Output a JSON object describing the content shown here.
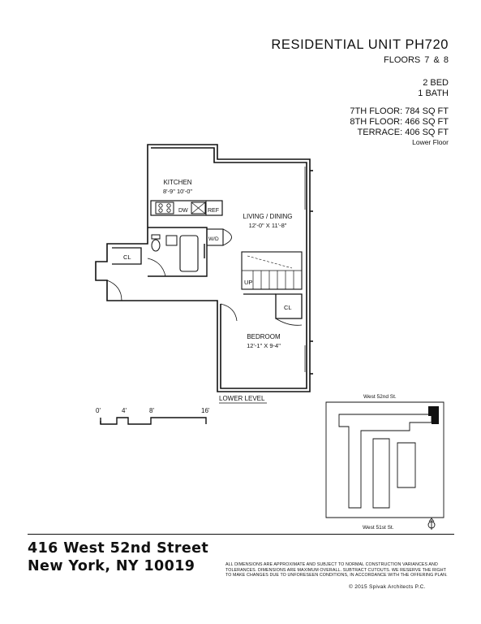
{
  "header": {
    "unit_label": "RESIDENTIAL UNIT",
    "unit_number": "PH720",
    "floors": "FLOORS 7  &  8",
    "beds": "2 BED",
    "baths": "1 BATH",
    "area_7th": "7TH FLOOR: 784 SQ FT",
    "area_8th": "8TH FLOOR: 466 SQ FT",
    "area_terrace": "TERRACE: 406 SQ FT",
    "floor_note": "Lower Floor"
  },
  "rooms": {
    "kitchen_name": "KITCHEN",
    "kitchen_dims": "8'-9\" 10'-0\"",
    "living_name": "LIVING / DINING",
    "living_dims": "12'-0\" X 11'-8\"",
    "bedroom_name": "BEDROOM",
    "bedroom_dims": "12'-1\" X 9-4\"",
    "closet_1": "CL",
    "closet_2": "CL",
    "dishwasher": "DW",
    "refrigerator": "REF",
    "washer_dryer": "W/D",
    "stair_up": "UP"
  },
  "plan_caption": "LOWER LEVEL",
  "scale": {
    "ticks": [
      "0'",
      "4'",
      "8'",
      "16'"
    ]
  },
  "keyplan": {
    "street_north": "West 52nd St.",
    "street_south": "West 51st St."
  },
  "footer": {
    "address_line1": "416 West 52nd Street",
    "address_line2": "New York, NY 10019",
    "disclaimer": "All dimensions are approximate and subject to normal construction variances and tolerances. Dimensions are maximum overall. Subtract cutouts. We reserve the right to make changes due to unforeseen conditions, in accordance with the offering plan.",
    "copyright": "©  2015  Spivak Architects P.C."
  }
}
